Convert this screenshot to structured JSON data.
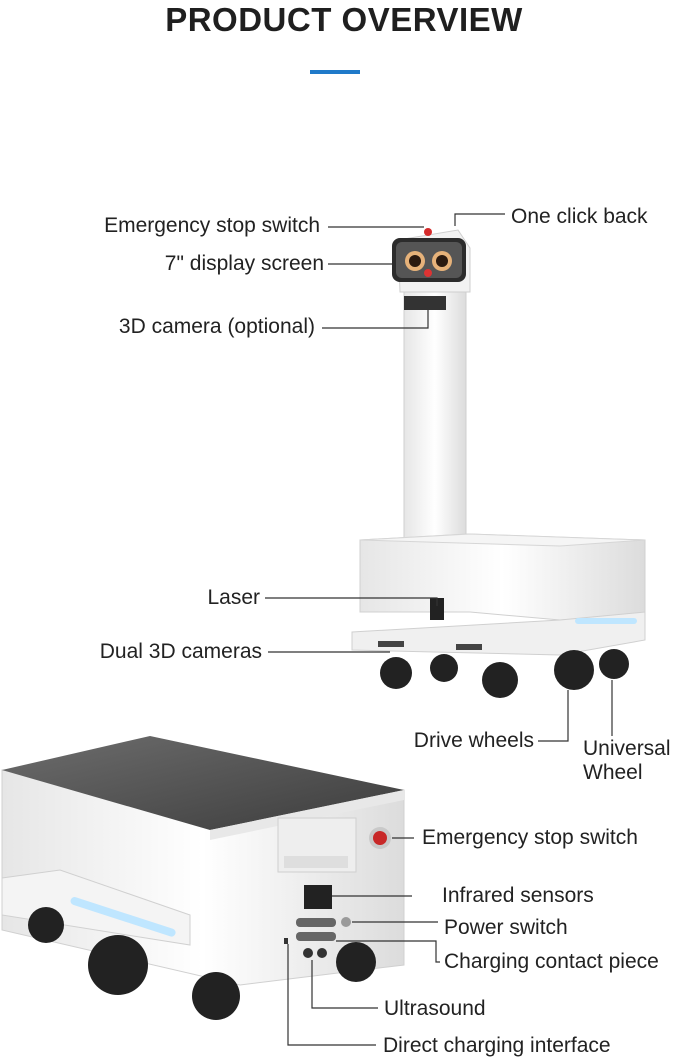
{
  "heading": "PRODUCT OVERVIEW",
  "accent_color": "#1f7ac9",
  "callouts": {
    "emergency_stop_top": "Emergency stop switch",
    "one_click_back": "One click back",
    "display_screen": "7\" display screen",
    "camera_3d": "3D camera (optional)",
    "laser": "Laser",
    "dual_cameras": "Dual 3D cameras",
    "drive_wheels": "Drive wheels",
    "universal_wheel_1": "Universal",
    "universal_wheel_2": "Wheel",
    "emergency_stop_rear": "Emergency stop switch",
    "infrared_sensors": "Infrared sensors",
    "power_switch": "Power switch",
    "charging_contact": "Charging contact piece",
    "ultrasound": "Ultrasound",
    "direct_charging": "Direct charging interface"
  }
}
